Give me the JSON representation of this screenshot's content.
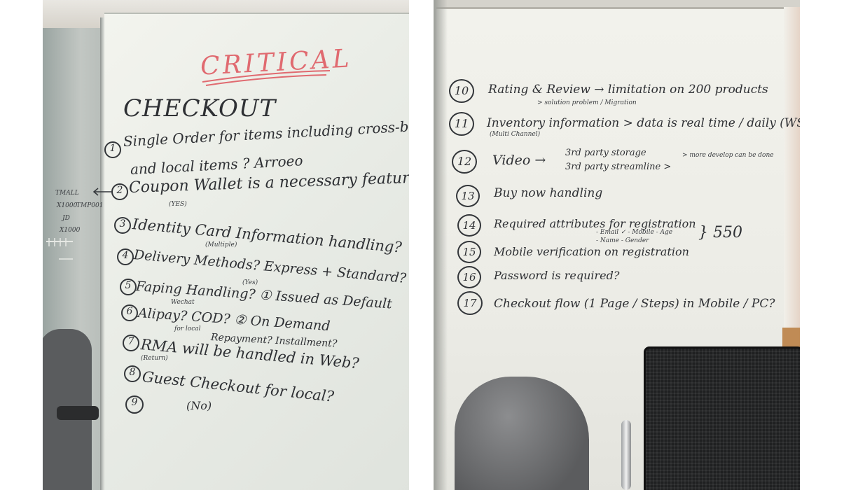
{
  "left_board": {
    "heading_critical": "CRITICAL",
    "heading_checkout": "CHECKOUT",
    "items": [
      {
        "num": "1",
        "text": "Single Order for items including cross-border",
        "text2": "and local items ? Arroeo"
      },
      {
        "num": "2",
        "text": "Coupon Wallet is a necessary feature?",
        "note": "(YES)"
      },
      {
        "num": "3",
        "text": "Identity Card Information handling?",
        "note": "(Multiple)"
      },
      {
        "num": "4",
        "text": "Delivery Methods? Express + Standard?",
        "note": "(Yes)"
      },
      {
        "num": "5",
        "text": "Faping Handling? ① Issued as Default",
        "note": "Wechat"
      },
      {
        "num": "6",
        "text": "Alipay? COD? ② On Demand",
        "note": "for local",
        "text2": "Repayment? Installment?"
      },
      {
        "num": "7",
        "text": "RMA will be handled in Web?",
        "note": "(Return)"
      },
      {
        "num": "8",
        "text": "Guest Checkout for local?",
        "note": "(No)"
      },
      {
        "num": "9",
        "text": ""
      }
    ],
    "side_note": {
      "line1": "TMALL",
      "line2": "X1000",
      "line3": "TMP001",
      "line4": "JD",
      "line5": "X1000"
    }
  },
  "right_board": {
    "items": [
      {
        "num": "10",
        "text": "Rating & Review → limitation on 200 products",
        "sub": "> solution problem / Migration"
      },
      {
        "num": "11",
        "text": "Inventory information > data is real time / daily (WS)",
        "sub": "(Multi Channel)"
      },
      {
        "num": "12",
        "text": "Video →",
        "sub": "3rd party storage",
        "sub2": "3rd party streamline >",
        "aside": "> more develop can be done"
      },
      {
        "num": "13",
        "text": "Buy now handling"
      },
      {
        "num": "14",
        "text": "Required attributes for registration",
        "sub": "- Email ✓ - Mobile - Age",
        "sub2": "- Name - Gender",
        "aside": "} 550"
      },
      {
        "num": "15",
        "text": "Mobile verification on registration"
      },
      {
        "num": "16",
        "text": "Password is required?"
      },
      {
        "num": "17",
        "text": "Checkout flow (1 Page / Steps) in Mobile / PC?"
      }
    ]
  }
}
